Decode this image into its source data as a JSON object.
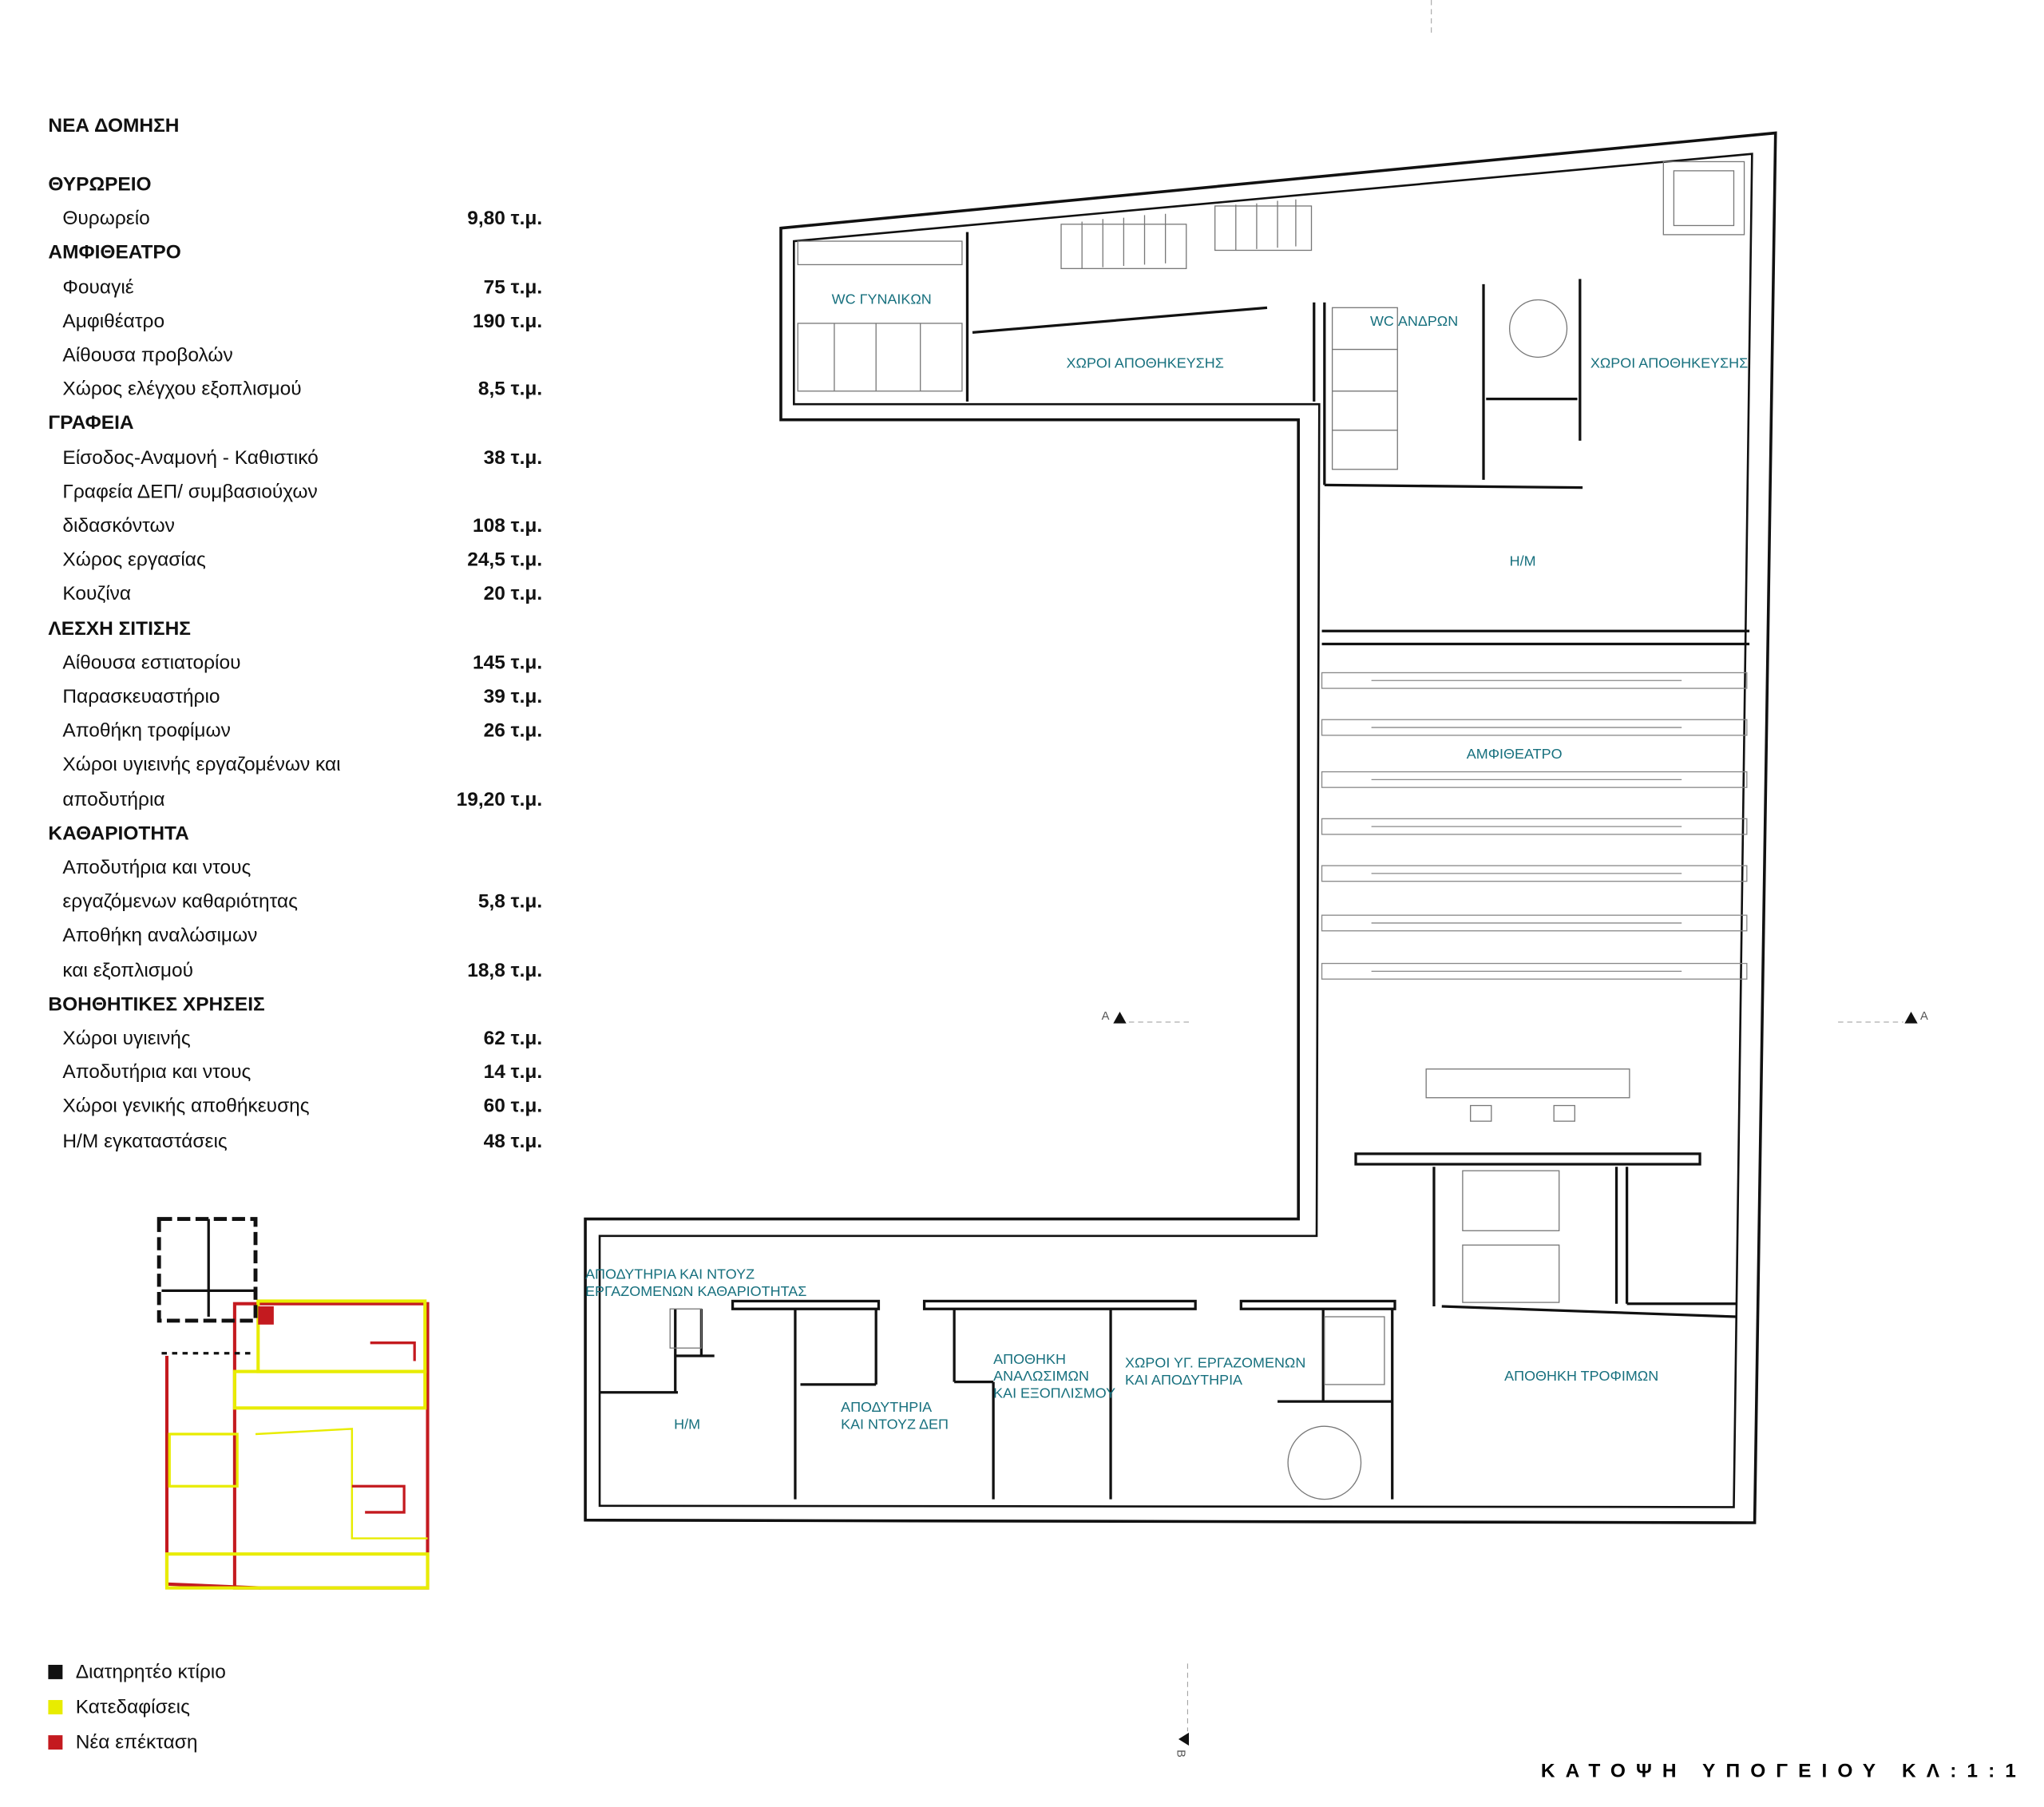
{
  "schedule": {
    "title": "ΝΕΑ ΔΟΜΗΣΗ",
    "rows": [
      {
        "label": "ΘΥΡΩΡΕΙΟ",
        "heading": true
      },
      {
        "label": "Θυρωρείο",
        "value": "9,80 τ.μ."
      },
      {
        "label": "ΑΜΦΙΘΕΑΤΡΟ",
        "heading": true
      },
      {
        "label": "Φουαγιέ",
        "value": "75 τ.μ."
      },
      {
        "label": "Αμφιθέατρο",
        "value": "190 τ.μ."
      },
      {
        "label": "Αίθουσα προβολών"
      },
      {
        "label": "Χώρος ελέγχου εξοπλισμού",
        "value": "8,5 τ.μ."
      },
      {
        "label": "ΓΡΑΦΕΙΑ",
        "heading": true
      },
      {
        "label": "Είσοδος-Αναμονή - Καθιστικό",
        "value": "38 τ.μ."
      },
      {
        "label": "Γραφεία ΔΕΠ/ συμβασιούχων"
      },
      {
        "label": "διδασκόντων",
        "value": "108 τ.μ."
      },
      {
        "label": "Χώρος εργασίας",
        "value": "24,5 τ.μ."
      },
      {
        "label": "Κουζίνα",
        "value": "20 τ.μ."
      },
      {
        "label": "ΛΕΣΧΗ ΣΙΤΙΣΗΣ",
        "heading": true
      },
      {
        "label": "Αίθουσα εστιατορίου",
        "value": "145 τ.μ."
      },
      {
        "label": "Παρασκευαστήριο",
        "value": "39 τ.μ."
      },
      {
        "label": "Αποθήκη τροφίμων",
        "value": "26 τ.μ."
      },
      {
        "label": "Χώροι υγιεινής εργαζομένων και"
      },
      {
        "label": "αποδυτήρια",
        "value": "19,20 τ.μ."
      },
      {
        "label": "ΚΑΘΑΡΙΟΤΗΤΑ",
        "heading": true
      },
      {
        "label": "Αποδυτήρια και ντους"
      },
      {
        "label": "εργαζόμενων  καθαριότητας",
        "value": "5,8 τ.μ."
      },
      {
        "label": "Αποθήκη αναλώσιμων"
      },
      {
        "label": "και εξοπλισμού",
        "value": "18,8 τ.μ."
      },
      {
        "label": "ΒΟΗΘΗΤΙΚΕΣ ΧΡΗΣΕΙΣ",
        "heading": true
      },
      {
        "label": "Χώροι υγιεινής",
        "value": "62 τ.μ."
      },
      {
        "label": "Αποδυτήρια και ντους",
        "value": "14 τ.μ."
      },
      {
        "label": "Χώροι γενικής αποθήκευσης",
        "value": "60 τ.μ."
      },
      {
        "label": "Η/Μ εγκαταστάσεις",
        "value": "48 τ.μ."
      }
    ]
  },
  "rooms": {
    "wc_women": "WC ΓΥΝΑΙΚΩΝ",
    "storage_1": "ΧΩΡΟΙ ΑΠΟΘΗΚΕΥΣΗΣ",
    "wc_men": "WC ΑΝΔΡΩΝ",
    "storage_2": "ΧΩΡΟΙ ΑΠΟΘΗΚΕΥΣΗΣ",
    "hm_top": "Η/Μ",
    "amphitheatre": "ΑΜΦΙΘΕΑΤΡΟ",
    "cleaning_changing_1": "ΑΠΟΔΥΤΗΡΙΑ ΚΑΙ ΝΤΟΥΖ",
    "cleaning_changing_2": "ΕΡΓΑΖΟΜΕΝΩΝ ΚΑΘΑΡΙΟΤΗΤΑΣ",
    "hm_bottom": "Η/Μ",
    "staff_changing_1": "ΑΠΟΔΥΤΗΡΙΑ",
    "staff_changing_2": "ΚΑΙ ΝΤΟΥΖ ΔΕΠ",
    "consumables_1": "ΑΠΟΘΗΚΗ",
    "consumables_2": "ΑΝΑΛΩΣΙΜΩΝ",
    "consumables_3": "ΚΑΙ ΕΞΟΠΛΙΣΜΟΥ",
    "worker_hygiene_1": "ΧΩΡΟΙ ΥΓ. ΕΡΓΑΖΟΜΕΝΩΝ",
    "worker_hygiene_2": "ΚΑΙ ΑΠΟΔΥΤΗΡΙΑ",
    "food_storage": "ΑΠΟΘΗΚΗ ΤΡΟΦΙΜΩΝ"
  },
  "section_marks": {
    "a": "A",
    "b": "B"
  },
  "legend": [
    {
      "label": "Διατηρητέο κτίριο",
      "color": "#111111"
    },
    {
      "label": "Κατεδαφίσεις",
      "color": "#e8ec00"
    },
    {
      "label": "Νέα επέκταση",
      "color": "#c41a1f"
    }
  ],
  "plan_title": "ΚΑΤΟΨΗ ΥΠΟΓΕΙΟΥ ΚΛ:1:1",
  "colors": {
    "room_label": "#17707e",
    "wall": "#111111"
  }
}
